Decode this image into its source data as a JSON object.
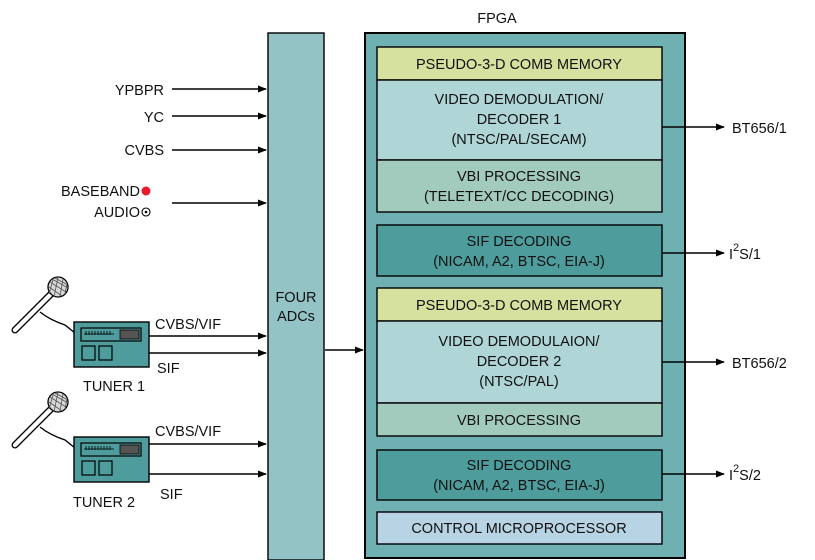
{
  "fpga_label": "FPGA",
  "adc": {
    "line1": "FOUR",
    "line2": "ADCs"
  },
  "inputs": {
    "ypbpr": "YPBPR",
    "yc": "YC",
    "cvbs": "CVBS",
    "baseband": "BASEBAND",
    "audio": "AUDIO"
  },
  "tuner1": {
    "name": "TUNER 1",
    "cvbs_vif": "CVBS/VIF",
    "sif": "SIF"
  },
  "tuner2": {
    "name": "TUNER 2",
    "cvbs_vif": "CVBS/VIF",
    "sif": "SIF"
  },
  "blocks": {
    "comb1": "PSEUDO-3-D COMB MEMORY",
    "vdec1": {
      "l1": "VIDEO DEMODULATION/",
      "l2": "DECODER 1",
      "l3": "(NTSC/PAL/SECAM)"
    },
    "vbi1": {
      "l1": "VBI PROCESSING",
      "l2": "(TELETEXT/CC DECODING)"
    },
    "sif1": {
      "l1": "SIF DECODING",
      "l2": "(NICAM, A2, BTSC, EIA-J)"
    },
    "comb2": "PSEUDO-3-D COMB MEMORY",
    "vdec2": {
      "l1": "VIDEO DEMODULAION/",
      "l2": "DECODER 2",
      "l3": "(NTSC/PAL)"
    },
    "vbi2": "VBI PROCESSING",
    "sif2": {
      "l1": "SIF DECODING",
      "l2": "(NICAM, A2, BTSC, EIA-J)"
    },
    "ctrl": "CONTROL MICROPROCESSOR"
  },
  "outputs": {
    "bt656_1": "BT656/1",
    "i2s_1": {
      "base": "I",
      "sup": "2",
      "rest": "S/1"
    },
    "bt656_2": "BT656/2",
    "i2s_2": {
      "base": "I",
      "sup": "2",
      "rest": "S/2"
    }
  },
  "colors": {
    "adc_fill": "#93c3c4",
    "fpga_fill": "#6fb1b2",
    "comb_fill": "#d6e09f",
    "video_fill": "#afd5d6",
    "vbi_fill": "#a2cbbd",
    "sif_fill": "#4f9c9d",
    "ctrl_fill": "#b8d3e3",
    "tuner_fill": "#4f9c9d",
    "baseband_dot": "#e8192c"
  }
}
